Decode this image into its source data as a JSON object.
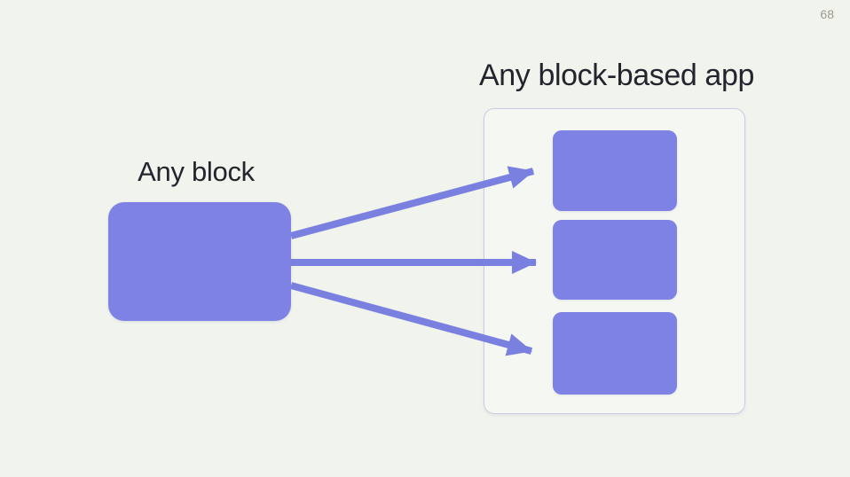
{
  "page": {
    "number": "68"
  },
  "diagram": {
    "title": "Any block-based app",
    "source_label": "Any block",
    "app_blocks_count": 3,
    "arrows_count": 3
  },
  "colors": {
    "background": "#f1f3ed",
    "block": "#7d82e4",
    "arrow": "#7a80e0",
    "container-border": "#c7cde3",
    "container-bg": "#f5f7f2",
    "text": "#22252d",
    "page-number": "#9d9992"
  }
}
